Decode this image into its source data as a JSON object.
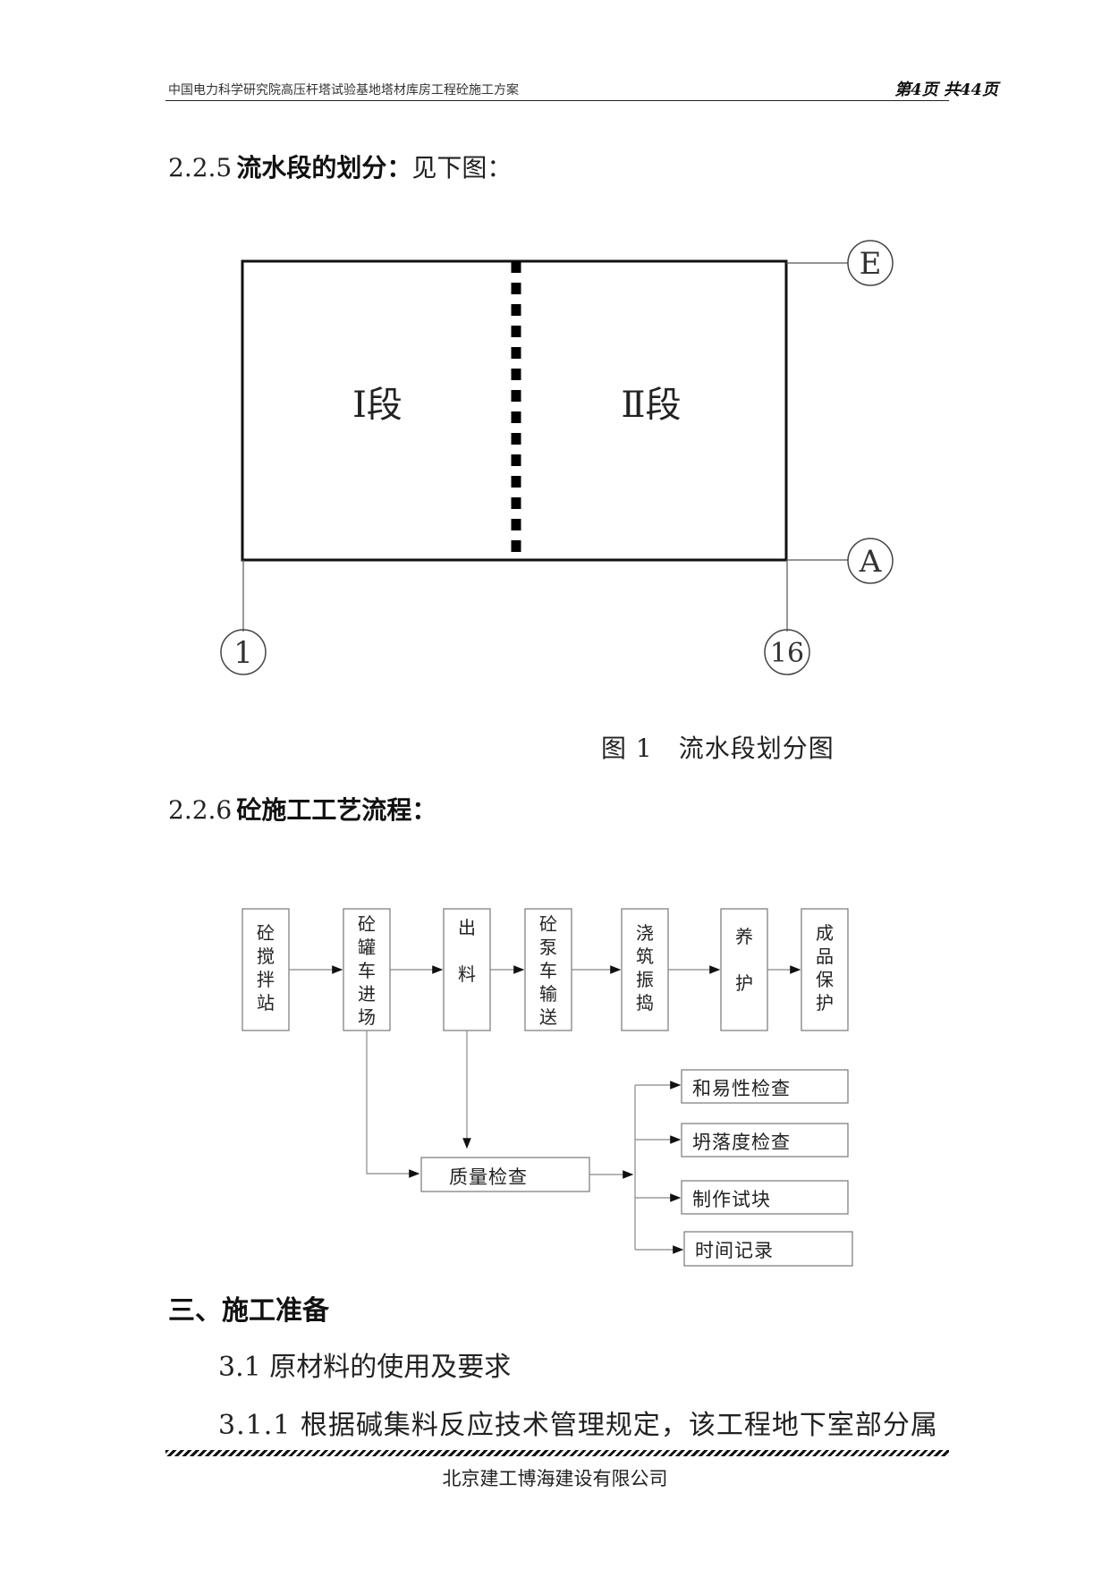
{
  "header": {
    "title": "中国电力科学研究院高压杆塔试验基地塔材库房工程砼施工方案",
    "page_info": "第4页 共44页"
  },
  "section_225": {
    "number": "2.2.5",
    "title": "流水段的划分：",
    "rest": "见下图："
  },
  "segment_diagram": {
    "segment_1": "Ⅰ段",
    "segment_2": "Ⅱ段",
    "axis_E": "E",
    "axis_A": "A",
    "axis_1": "1",
    "axis_16": "16",
    "caption": "图 1　流水段划分图"
  },
  "section_226": {
    "number": "2.2.6",
    "title": "砼施工工艺流程："
  },
  "flowchart": {
    "steps": [
      "砼\n搅\n拌\n站",
      "砼\n罐\n车\n进\n场",
      "出\n\n料",
      "砼\n泵\n车\n输\n送",
      "浇\n筑\n振\n捣",
      "养\n\n护",
      "成\n品\n保\n护"
    ],
    "quality_check": "质量检查",
    "checks": [
      "和易性检查",
      "坍落度检查",
      "制作试块",
      "时间记录"
    ]
  },
  "section_3": {
    "title": "三、施工准备",
    "sub_31": "3.1 原材料的使用及要求",
    "sub_311": "3.1.1 根据碱集料反应技术管理规定，该工程地下室部分属"
  },
  "footer": {
    "company": "北京建工博海建设有限公司"
  }
}
